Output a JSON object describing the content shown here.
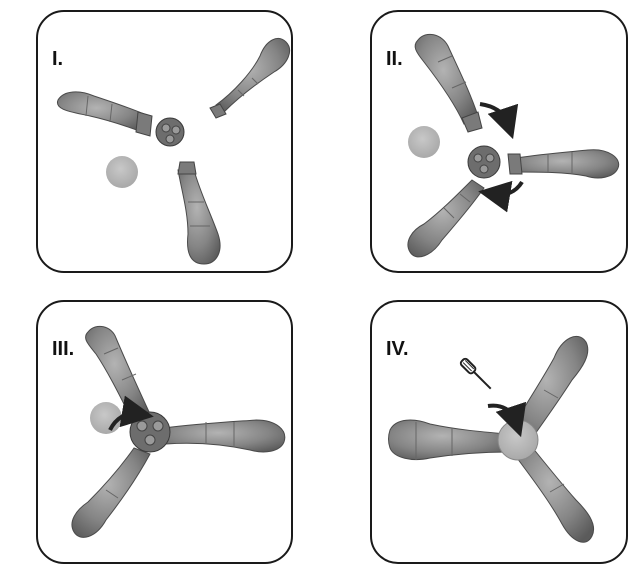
{
  "steps": [
    {
      "label": "I."
    },
    {
      "label": "II."
    },
    {
      "label": "III."
    },
    {
      "label": "IV."
    }
  ],
  "colors": {
    "arm": "#8b8b8b",
    "arm_dark": "#5a5a5a",
    "hub": "#6d6d6d",
    "disc": "#b9b9b9",
    "arrow": "#222222",
    "border": "#1a1a1a"
  },
  "icons": [
    "rotation-arrow-icon",
    "screwdriver-icon",
    "cap-disc-icon"
  ]
}
